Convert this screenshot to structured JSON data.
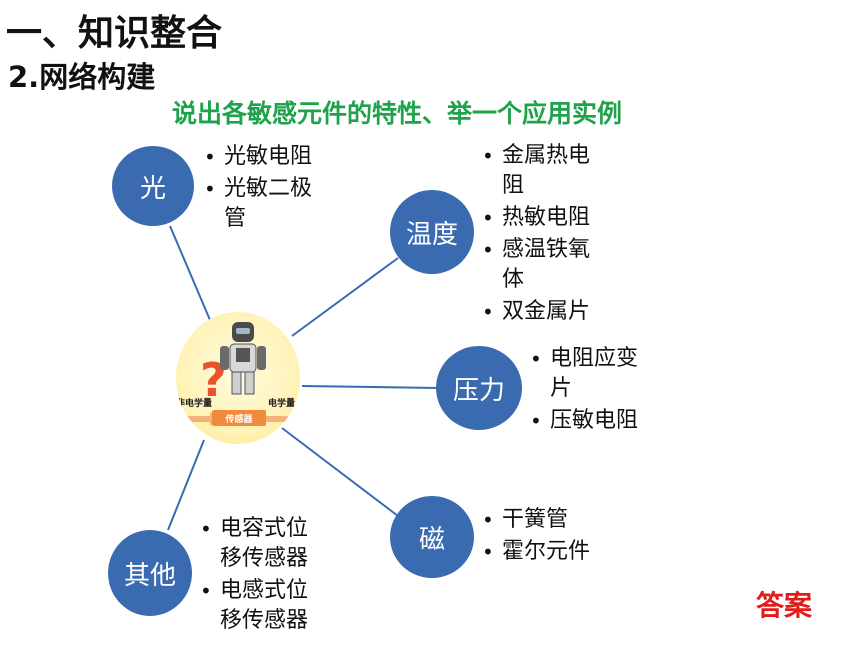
{
  "header": {
    "title": "一、知识整合",
    "subtitle": "2.网络构建",
    "prompt": "说出各敏感元件的特性、举一个应用实例"
  },
  "colors": {
    "node": "#3a6bb0",
    "prompt": "#1ea34a",
    "answer": "#e21b1b",
    "connector": "#3a6bb0"
  },
  "center": {
    "left_label": "非电学量",
    "right_label": "电学量",
    "box_label": "传感器"
  },
  "nodes": {
    "light": {
      "label": "光",
      "items": [
        "光敏电阻",
        "光敏二极管"
      ]
    },
    "temperature": {
      "label": "温度",
      "items": [
        "金属热电阻",
        "热敏电阻",
        "感温铁氧体",
        "双金属片"
      ]
    },
    "pressure": {
      "label": "压力",
      "items": [
        "电阻应变片",
        "压敏电阻"
      ]
    },
    "magnetic": {
      "label": "磁",
      "items": [
        "干簧管",
        "霍尔元件"
      ]
    },
    "other": {
      "label": "其他",
      "items": [
        "电容式位移传感器",
        "电感式位移传感器"
      ]
    }
  },
  "answer_label": "答案"
}
